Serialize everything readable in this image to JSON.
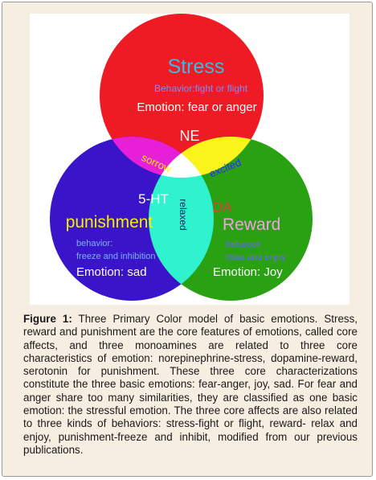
{
  "diagram": {
    "stress_title": "Stress",
    "stress_behavior": "Behavior:fight or flight",
    "stress_emotion": "Emotion: fear or anger",
    "ne_label": "NE",
    "sorrow_label": "sorrow",
    "excited_label": "excited",
    "relaxed_label": "relaxed",
    "ht_label": "5-HT",
    "punishment_title": "punishment",
    "punishment_behavior_line1": "behavior:",
    "punishment_behavior_line2": "freeze and inhibition",
    "punishment_emotion": "Emotion: sad",
    "da_label": "DA",
    "reward_title": "Reward",
    "reward_behavior_line1": "behavior:",
    "reward_behavior_line2": "relax and enjoy",
    "reward_emotion": "Emotion: Joy",
    "colors": {
      "red": "#ee1a24",
      "blue": "#3a14c8",
      "green": "#2aa112",
      "magenta": "#e81fd8",
      "yellow": "#fbf41a",
      "cyan": "#2ff2cf",
      "white_center": "#ffffff"
    }
  },
  "caption": {
    "label": "Figure 1:",
    "text": " Three Primary Color model of basic emotions. Stress, reward and punishment are the core features of emotions, called core affects, and three monoamines are related to three core characteristics of emotion: norepinephrine-stress, dopamine-reward, serotonin for punishment. These three core characterizations constitute the three basic emotions: fear-anger, joy, sad. For fear and anger share too many similarities, they are classified as one basic emotion: the stressful emotion. The three core affects are also related to three kinds of behaviors: stress-fight or flight, reward- relax and enjoy, punishment-freeze and inhibit, modified from our previous publications."
  }
}
